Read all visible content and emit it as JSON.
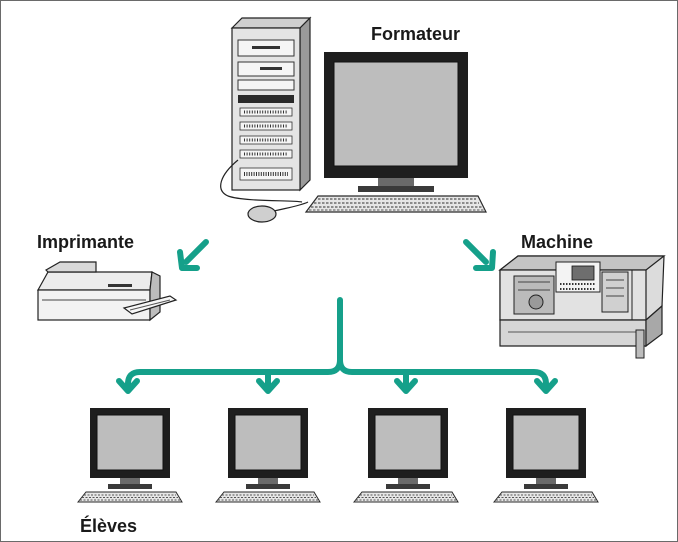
{
  "labels": {
    "trainer": "Formateur",
    "printer": "Imprimante",
    "machine": "Machine",
    "students": "Élèves"
  },
  "icons": {
    "trainer_computer": "desktop-tower-computer-icon",
    "printer": "laser-printer-icon",
    "machine": "cnc-lathe-machine-icon",
    "student_computer": "student-workstation-icon"
  },
  "colors": {
    "arrow": "#15a08a",
    "screen": "#bdbdbd",
    "device_body": "#e8e8e8",
    "outline": "#2a2a2a"
  }
}
